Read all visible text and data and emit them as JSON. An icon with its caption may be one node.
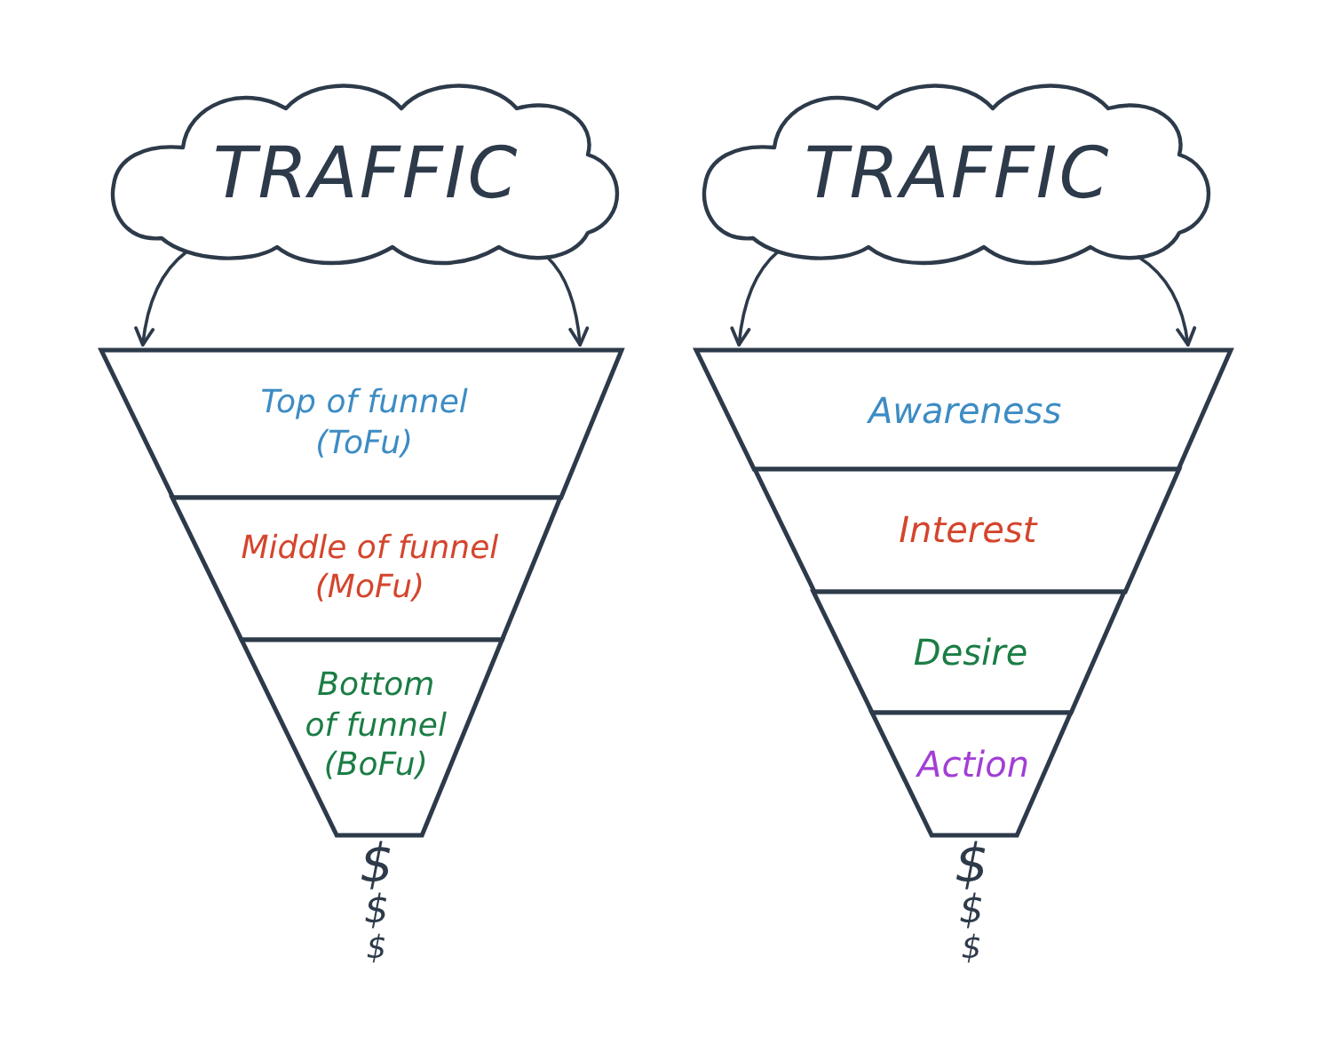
{
  "diagram": {
    "nodes": [
      {
        "text": [
          "TRAFFIC"
        ]
      },
      {
        "text": [
          "Top of funnel (ToFu)"
        ]
      },
      {
        "text": [
          "Middle of funnel (MoFu)"
        ]
      },
      {
        "text": [
          "Bottom of funnel (BoFu)"
        ]
      },
      {
        "text": [
          "TRAFFIC"
        ]
      },
      {
        "text": [
          "Awareness"
        ]
      },
      {
        "text": [
          "Interest"
        ]
      },
      {
        "text": [
          "Desire"
        ]
      },
      {
        "text": [
          "Action"
        ]
      }
    ],
    "edges": [
      {
        "from": 0,
        "to": 1,
        "arrow": "to"
      },
      {
        "from": 0,
        "to": 1,
        "arrow": "to"
      },
      {
        "from": 4,
        "to": 5,
        "arrow": "to"
      },
      {
        "from": 4,
        "to": 5,
        "arrow": "to"
      }
    ],
    "labels": [
      "$",
      "$",
      "$",
      "$",
      "$",
      "$"
    ]
  }
}
